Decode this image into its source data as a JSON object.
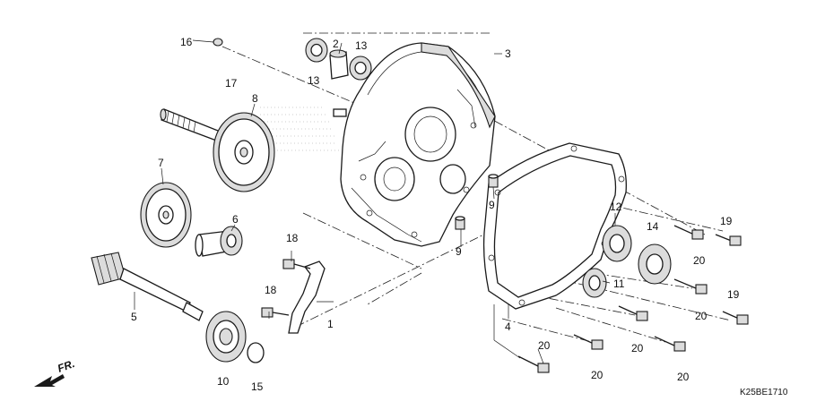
{
  "labels": {
    "p1": "1",
    "p2": "2",
    "p3": "3",
    "p4": "4",
    "p5": "5",
    "p6": "6",
    "p7": "7",
    "p8": "8",
    "p9a": "9",
    "p9b": "9",
    "p10": "10",
    "p11": "11",
    "p12": "12",
    "p13a": "13",
    "p13b": "13",
    "p14": "14",
    "p15": "15",
    "p16": "16",
    "p17": "17",
    "p18a": "18",
    "p18b": "18",
    "p19a": "19",
    "p19b": "19",
    "p20a": "20",
    "p20b": "20",
    "p20c": "20",
    "p20d": "20",
    "p20e": "20",
    "p20f": "20"
  },
  "front_indicator": "FR.",
  "diagram_code": "K25BE1710"
}
